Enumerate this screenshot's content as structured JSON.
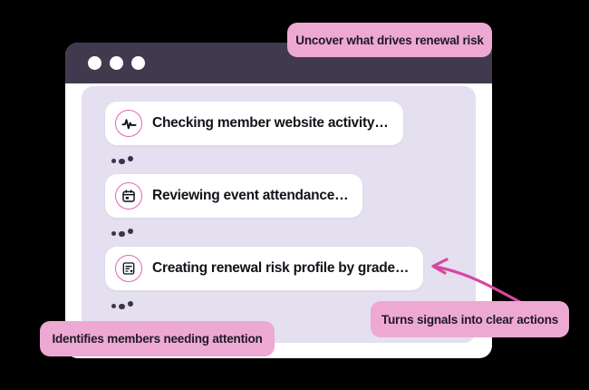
{
  "window": {
    "titlebar": {
      "dots": [
        "window-dot-1",
        "window-dot-2",
        "window-dot-3"
      ],
      "dot_color": "#ffffff",
      "background": "#413a4e"
    },
    "panel_background": "#e4e0f0"
  },
  "stream": {
    "items": [
      {
        "type": "card",
        "icon": "activity-pulse-icon",
        "label": "Checking member website activity…"
      },
      {
        "type": "typing",
        "label": "typing-indicator"
      },
      {
        "type": "card",
        "icon": "calendar-icon",
        "label": "Reviewing event attendance…"
      },
      {
        "type": "typing",
        "label": "typing-indicator"
      },
      {
        "type": "card",
        "icon": "report-star-icon",
        "label": "Creating renewal risk profile by grade…"
      },
      {
        "type": "typing",
        "label": "typing-indicator"
      }
    ]
  },
  "callouts": {
    "top": "Uncover what drives renewal risk",
    "right": "Turns signals into clear actions",
    "bottom": "Identifies members needing attention"
  },
  "colors": {
    "pill_background": "#eea9d3",
    "pill_text": "#1d1a24",
    "accent_pink": "#d6489f",
    "icon_ring": "#e066b0",
    "titlebar": "#413a4e",
    "panel": "#e4e0f0",
    "card": "#ffffff",
    "card_text": "#14121a",
    "backdrop": "#000000"
  },
  "decor": {
    "arrow": "curved-arrow-left"
  }
}
